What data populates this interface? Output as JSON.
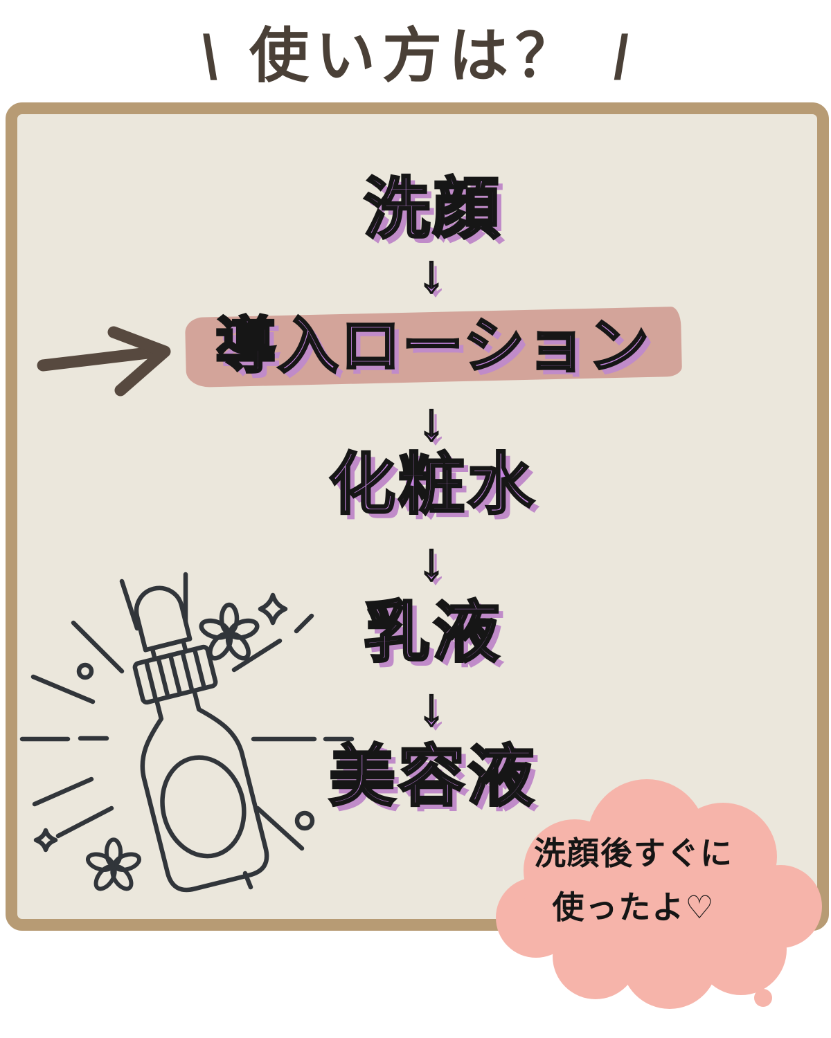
{
  "title": {
    "left_mark": "\\",
    "text": "使い方は？",
    "right_mark": "/"
  },
  "flow": {
    "arrow_char": "↓",
    "steps": [
      {
        "label": "洗顔",
        "highlighted": false
      },
      {
        "label": "導入ローション",
        "highlighted": true
      },
      {
        "label": "化粧水",
        "highlighted": false
      },
      {
        "label": "乳液",
        "highlighted": false
      },
      {
        "label": "美容液",
        "highlighted": false
      }
    ]
  },
  "bubble": {
    "lines": [
      "洗顔後すぐに",
      "使ったよ♡"
    ]
  },
  "icons": {
    "pointer": "hand-arrow-right-icon",
    "illustration": "dropper-bottle-icon",
    "bubble_tail": "thought-dot-icon"
  },
  "colors": {
    "accent_purple": "#c584e0",
    "purple_shadow": "#c08bc9",
    "outline_black": "#161616",
    "highlight_rose": "#d2a096",
    "bubble_pink": "#f6b4aa",
    "frame_tan": "#b79b74",
    "panel_beige": "#ebe7dc",
    "title_brown": "#4a4037",
    "line_art": "#31353a"
  }
}
